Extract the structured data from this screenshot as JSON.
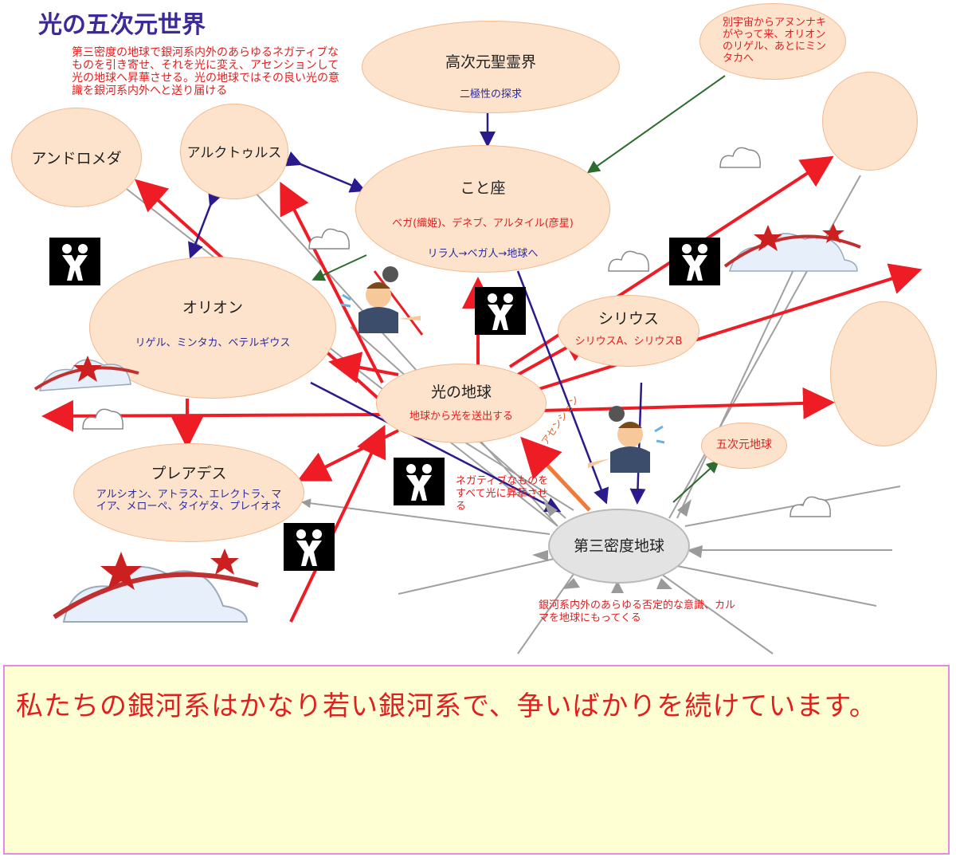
{
  "title": "光の五次元世界",
  "top_note": "第三密度の地球で銀河系内外のあらゆるネガティブなものを引き寄せ、それを光に変え、アセンションして光の地球へ昇華させる。光の地球ではその良い光の意識を銀河系内外へと送り届ける",
  "corner_note": "別宇宙からアヌンナキがやって来、オリオンのリゲル、あとにミンタカへ",
  "nodes": {
    "andromeda": "アンドロメダ",
    "arcturus": "アルクトゥルス",
    "higher": {
      "name": "高次元聖霊界",
      "sub": "二極性の探求"
    },
    "lyra": {
      "name": "こと座",
      "sub1": "ベガ(織姫)、デネブ、アルタイル(彦星)",
      "sub2": "リラ人→ベガ人→地球へ"
    },
    "orion": {
      "name": "オリオン",
      "sub": "リゲル、ミンタカ、ベテルギウス"
    },
    "sirius": {
      "name": "シリウス",
      "sub": "シリウスA、シリウスB"
    },
    "light_earth": {
      "name": "光の地球",
      "sub": "地球から光を送出する"
    },
    "fifth_earth": "五次元地球",
    "pleiades": {
      "name": "プレアデス",
      "sub": "アルシオン、アトラス、エレクトラ、マイア、メローペ、タイゲタ、プレイオネ"
    },
    "third_earth": "第三密度地球"
  },
  "labels": {
    "ascension": "アセンション",
    "negative_note": "ネガティブなものをすべて光に昇華させる",
    "bottom_note": "銀河系内外のあらゆる否定的な意識、カルマを地球にもってくる"
  },
  "caption": "私たちの銀河系はかなり若い銀河系で、争いばかりを続けています。",
  "colors": {
    "node_fill": "#fde3cc",
    "red_arrow": "#ee1c24",
    "blue_arrow": "#2a1a8c",
    "green_arrow": "#2e6b2e",
    "caption_bg": "#ffffd4"
  }
}
